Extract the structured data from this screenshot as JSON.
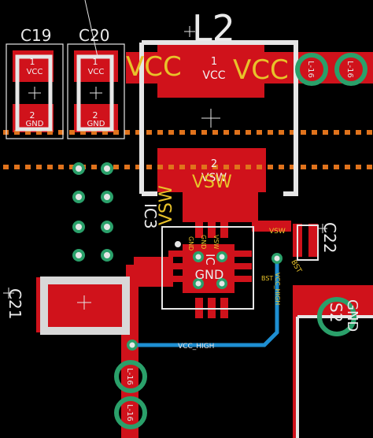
{
  "colors": {
    "background": "#000000",
    "copper": "#d0121b",
    "copper_dark": "#8a0a12",
    "silkscreen": "#e6e6e6",
    "net_label": "#e8c22a",
    "via_ring": "#2aa06a",
    "via_hole": "#e6e6e6",
    "bottom_trace": "#1e8fd2",
    "keepout_dots": "#e0731c",
    "pad_text": "#f2f2f2"
  },
  "components": {
    "c19": {
      "designator": "C19",
      "pad1_net": "VCC",
      "pad2_net": "GND",
      "pad1_num": "1",
      "pad2_num": "2"
    },
    "c20": {
      "designator": "C20",
      "pad1_net": "VCC",
      "pad2_net": "GND",
      "pad1_num": "1",
      "pad2_num": "2"
    },
    "l2": {
      "designator": "L2",
      "pad1_num": "1",
      "pad1_net": "VCC",
      "pad2_num": "2",
      "pad2_net": "VSW"
    },
    "ic3": {
      "designator": "IC3",
      "center_nets": [
        "IC",
        "GND"
      ],
      "pin_labels": [
        "GND",
        "VSW",
        "GND",
        "BST",
        "VCC_HIGH"
      ]
    },
    "c21": {
      "designator": "C21"
    },
    "c22": {
      "designator": "C22",
      "pad_nets": [
        "VSW",
        "BST"
      ]
    },
    "s2": {
      "designator": "S2",
      "pad_net": "GND"
    }
  },
  "nets": {
    "vcc_left": "VCC",
    "vcc_right": "VCC",
    "vsw_l2": "VSW",
    "vsw_ic": "VSW",
    "vcc_high_trace": "VCC_HIGH"
  },
  "vias": {
    "top_right_a": "L-16",
    "top_right_b": "L-16",
    "bottom_a": "L-16",
    "bottom_b": "L-16"
  }
}
